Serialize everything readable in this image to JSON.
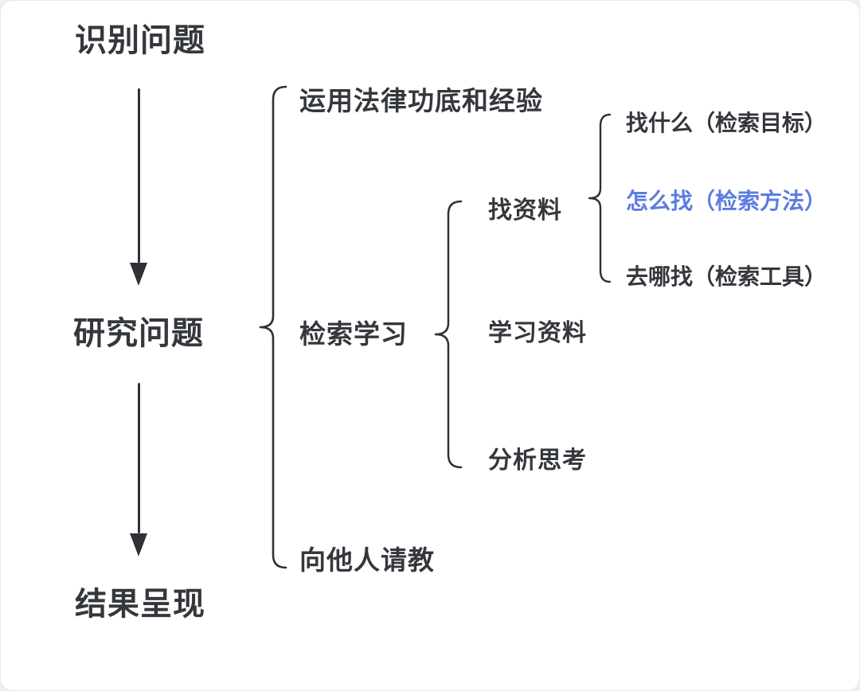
{
  "palette": {
    "background": "#ffffff",
    "page_edge": "#eef0f2",
    "text": "#34373c",
    "line": "#2e3136",
    "highlight": "#5b7ce0"
  },
  "diagram": {
    "flow": [
      {
        "label": "识别问题"
      },
      {
        "label": "研究问题"
      },
      {
        "label": "结果呈现"
      }
    ],
    "level1": [
      {
        "label": "运用法律功底和经验"
      },
      {
        "label": "检索学习"
      },
      {
        "label": "向他人请教"
      }
    ],
    "level2": [
      {
        "label": "找资料"
      },
      {
        "label": "学习资料"
      },
      {
        "label": "分析思考"
      }
    ],
    "level3": [
      {
        "label": "找什么（检索目标）",
        "highlighted": false
      },
      {
        "label": "怎么找（检索方法）",
        "highlighted": true
      },
      {
        "label": "去哪找（检索工具）",
        "highlighted": false
      }
    ]
  }
}
